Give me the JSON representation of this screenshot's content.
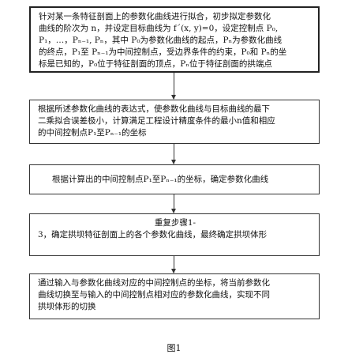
{
  "flowchart": {
    "steps": [
      {
        "lines": [
          "针对某一条特征剖面上的参数化曲线进行拟合，初步拟定参数化",
          "曲线的阶次为 n，并设定目标曲线为 f´(x, y)=0，设定控制点 P₀,",
          "P₁，…，Pₙ₋₁, Pₙ，其中 P₀为参数化曲线的起点，Pₙ为参数化曲线",
          "的终点，P₁至 Pₙ₋₁为中间控制点，受边界条件的约束，P₀和 Pₙ的坐",
          "标是已知的，P₀位于特征剖面的顶点，Pₙ位于特征剖面的拱端点"
        ]
      },
      {
        "lines": [
          "根据所述参数化曲线的表达式，使参数化曲线与目标曲线的最下",
          "二乘拟合误差极小，计算满足工程设计精度条件的最小n值和相应",
          "的中间控制点P₁至Pₙ₋₁的坐标"
        ]
      },
      {
        "lines": [
          "根据计算出的中间控制点P₁至Pₙ₋₁的坐标，确定参数化曲线"
        ]
      },
      {
        "lines": [
          "重复步骤1-",
          "3，确定拱坝特征剖面上的各个参数化曲线，最终确定拱坝体形"
        ]
      },
      {
        "lines": [
          "通过输入与参数化曲线对应的中间控制点的坐标，将当前参数化",
          "曲线切换至与输入的中间控制点相对应的参数化曲线，实现不同",
          "拱坝体形的切换"
        ]
      }
    ]
  },
  "caption": "图1"
}
